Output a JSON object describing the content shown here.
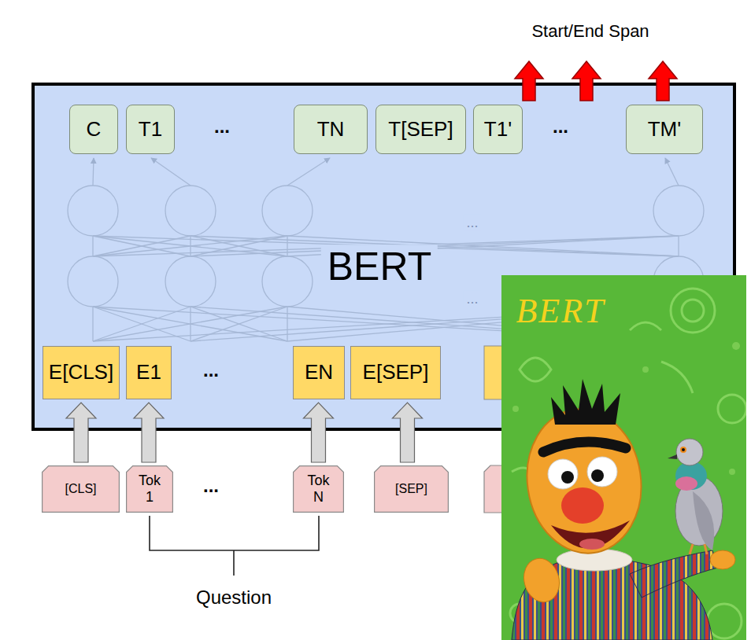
{
  "diagram": {
    "nodes": [
      {
        "text": [
          "BERT"
        ]
      },
      {
        "text": [
          "C"
        ],
        "in": 0
      },
      {
        "text": [
          "T1"
        ],
        "in": 0
      },
      {
        "text": [
          "TN"
        ],
        "in": 0
      },
      {
        "text": [
          "T[SEP]"
        ],
        "in": 0
      },
      {
        "text": [
          "T1'"
        ],
        "in": 0
      },
      {
        "text": [
          "TM'"
        ],
        "in": 0
      },
      {
        "text": [
          "E[CLS]"
        ],
        "in": 0
      },
      {
        "text": [
          "E1"
        ],
        "in": 0
      },
      {
        "text": [
          "EN"
        ],
        "in": 0
      },
      {
        "text": [
          "E[SEP]"
        ],
        "in": 0
      },
      {
        "text": [
          "[CLS]"
        ]
      },
      {
        "text": [
          "Tok 1"
        ]
      },
      {
        "text": [
          "Tok N"
        ]
      },
      {
        "text": [
          "[SEP]"
        ]
      }
    ],
    "edges": [
      {
        "from": 11,
        "to": 7,
        "arrow": "to"
      },
      {
        "from": 12,
        "to": 8,
        "arrow": "to"
      },
      {
        "from": 13,
        "to": 9,
        "arrow": "to"
      },
      {
        "from": 14,
        "to": 10,
        "arrow": "to"
      }
    ],
    "labels": [
      "Start/End Span",
      "...",
      "...",
      "...",
      "...",
      "...",
      "...",
      "Question",
      "BERT"
    ]
  }
}
